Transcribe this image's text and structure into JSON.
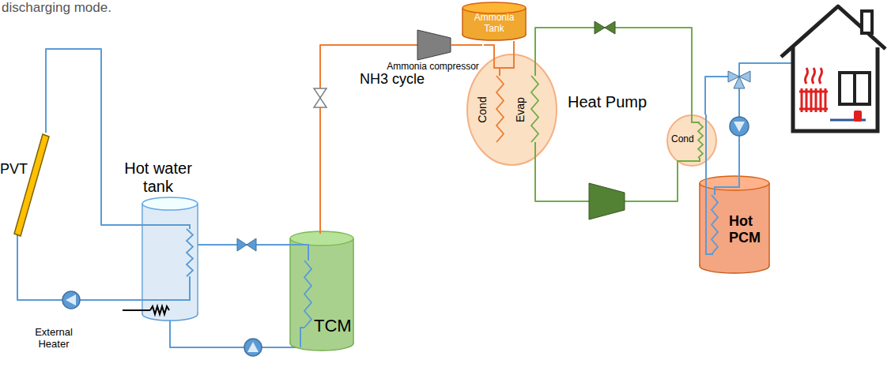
{
  "diagram": {
    "nodes": [
      {
        "text": [
          "PVT"
        ]
      },
      {
        "text": [
          "Hot water tank"
        ]
      },
      {
        "text": [
          "TCM"
        ]
      },
      {
        "text": [
          "Ammonia compressor"
        ]
      },
      {
        "text": [
          "Ammonia Tank"
        ]
      },
      {
        "text": [
          "Cond",
          "Evap"
        ]
      },
      {
        "text": [
          "Cond"
        ]
      },
      {
        "text": [
          "Hot PCM"
        ]
      }
    ],
    "edges": [
      {
        "from": 0,
        "to": 1,
        "arrow": "none"
      },
      {
        "from": 1,
        "to": 2,
        "arrow": "none"
      },
      {
        "from": 2,
        "to": 3,
        "arrow": "none"
      },
      {
        "from": 3,
        "to": 5,
        "arrow": "none"
      },
      {
        "from": 5,
        "to": 4,
        "arrow": "none"
      },
      {
        "from": 5,
        "to": 6,
        "arrow": "none"
      },
      {
        "from": 6,
        "to": 7,
        "arrow": "none"
      }
    ],
    "labels": [
      "discharging mode.",
      "External Heater",
      "NH3 cycle",
      "Heat Pump"
    ]
  }
}
